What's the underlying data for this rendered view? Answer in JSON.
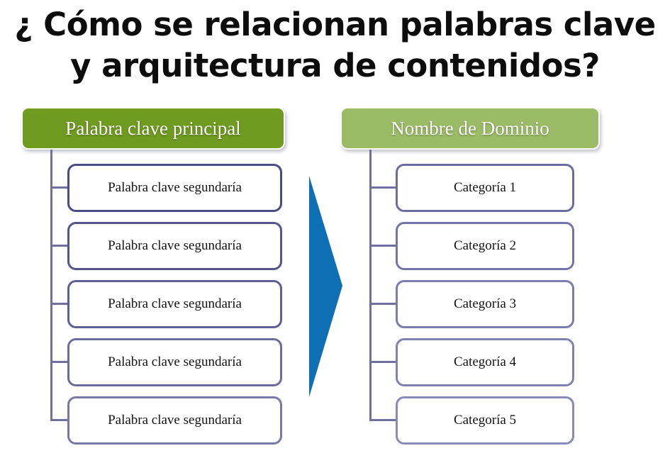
{
  "slide": {
    "title": "¿ Cómo se relacionan palabras clave\ny arquitectura de contenidos?",
    "background_color": "#ffffff",
    "title_color": "#0d0d0d"
  },
  "colors": {
    "left_header_green": "#6f9b20",
    "right_header_green": "#9cbb67",
    "node_border_purple": "#5b5b92",
    "connector_purple": "#6f6fa0",
    "arrow_blue": "#0f6fb4",
    "node_fill": "#ffffff",
    "header_text": "#ffffff",
    "node_text": "#141414"
  },
  "left_branch": {
    "header": "Palabra clave principal",
    "nodes": [
      "Palabra clave segundaría",
      "Palabra clave segundaría",
      "Palabra clave segundaría",
      "Palabra clave segundaría",
      "Palabra clave segundaría"
    ]
  },
  "right_branch": {
    "header": "Nombre de Dominio",
    "nodes": [
      "Categoría 1",
      "Categoría 2",
      "Categoría 3",
      "Categoría 4",
      "Categoría 5"
    ]
  },
  "connector": {
    "icon": "right-arrow-icon",
    "direction": "right",
    "color": "#0f6fb4"
  }
}
